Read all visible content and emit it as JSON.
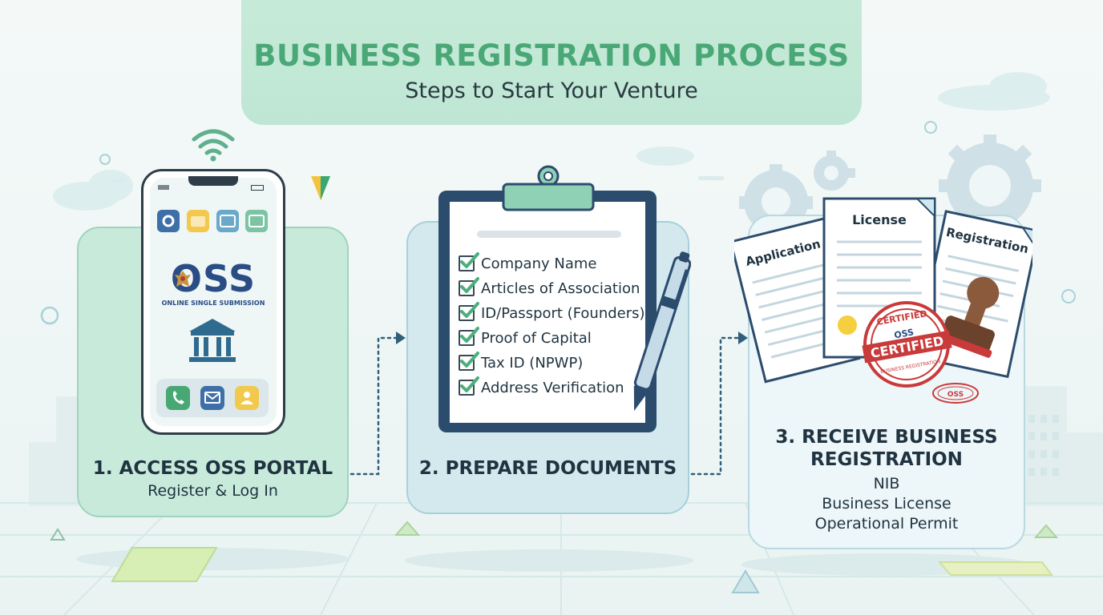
{
  "header": {
    "title": "BUSINESS REGISTRATION PROCESS",
    "subtitle": "Steps to Start Your Venture"
  },
  "steps": [
    {
      "title": "1. ACCESS OSS PORTAL",
      "subtitle": "Register & Log In",
      "phone": {
        "logo_text": "OSS",
        "logo_caption": "ONLINE SINGLE SUBMISSION"
      }
    },
    {
      "title": "2. PREPARE DOCUMENTS",
      "checklist": [
        "Company Name",
        "Articles of Association",
        "ID/Passport (Founders)",
        "Proof of Capital",
        "Tax ID (NPWP)",
        "Address Verification"
      ]
    },
    {
      "title_line1": "3. RECEIVE BUSINESS",
      "title_line2": "REGISTRATION",
      "outputs": [
        "NIB",
        "Business License",
        "Operational Permit"
      ],
      "documents": [
        "Application",
        "License",
        "Registration"
      ],
      "stamp": {
        "top_text": "CERTIFIED",
        "brand": "OSS",
        "main_text": "CERTIFIED",
        "bottom_text": "BUSINESS REGISTRATION",
        "small_seal": "OSS"
      }
    }
  ],
  "colors": {
    "header_bg": "#bfe6d5",
    "title_green": "#4aa876",
    "card1_bg": "#c8eadb",
    "card2_bg": "#d3e9ee",
    "card3_bg": "#edf6f8",
    "text_dark": "#1f3340",
    "stamp_red": "#c93a3a",
    "check_green": "#4caf7d"
  }
}
